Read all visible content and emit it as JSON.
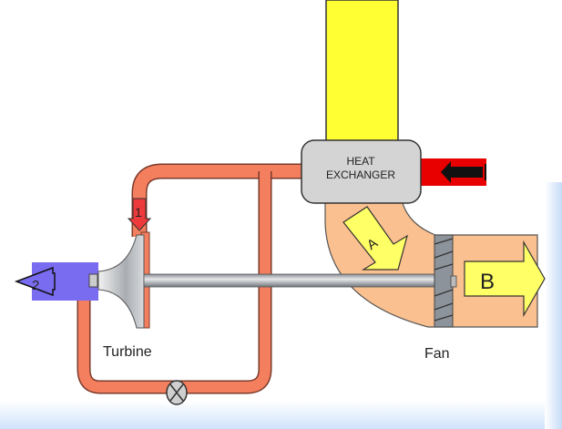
{
  "diagram": {
    "heat_exchanger_label_line1": "HEAT",
    "heat_exchanger_label_line2": "EXCHANGER",
    "turbine_label": "Turbine",
    "fan_label": "Fan",
    "arrow_1_label": "1",
    "arrow_2_label": "2",
    "arrow_a_label": "A",
    "arrow_b_label": "B"
  },
  "colors": {
    "pipe": "#f47f5f",
    "exhaust_blue": "#7a6cf0",
    "yellow": "#ffff33",
    "duct": "#fbc08f",
    "hot_red": "#e80000",
    "hx_gray": "#d4d4d4"
  }
}
